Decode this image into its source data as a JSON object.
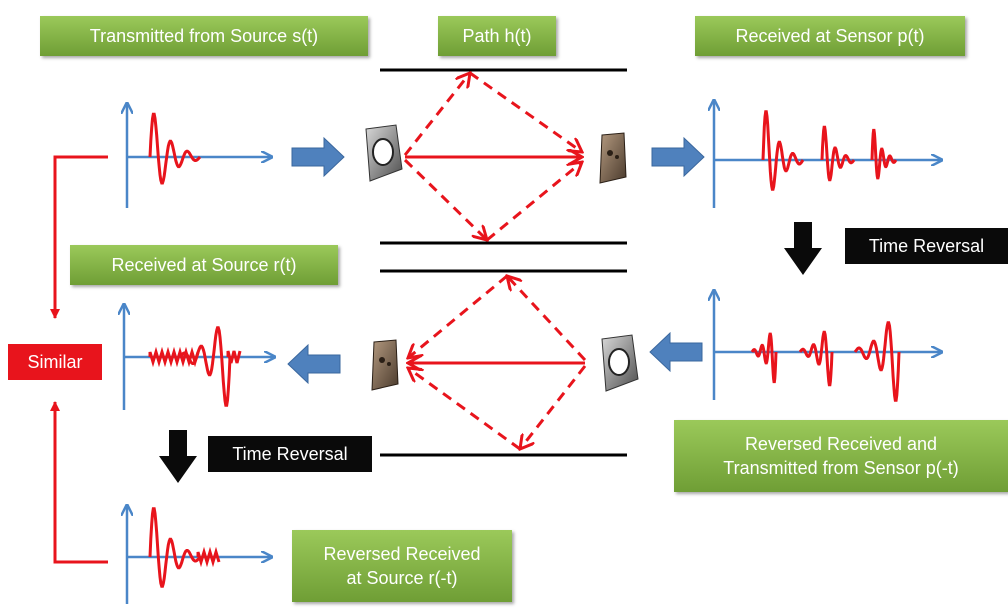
{
  "labels": {
    "transmitted_from_source": "Transmitted from Source s(t)",
    "path": "Path h(t)",
    "received_at_sensor": "Received at Sensor p(t)",
    "received_at_source": "Received at Source r(t)",
    "time_reversal_right": "Time Reversal",
    "similar": "Similar",
    "time_reversal_left": "Time Reversal",
    "reversed_received_sensor_line1": "Reversed Received and",
    "reversed_received_sensor_line2": "Transmitted from Sensor p(-t)",
    "reversed_received_source_line1": "Reversed Received",
    "reversed_received_source_line2": "at Source r(-t)"
  },
  "colors": {
    "signal": "#e8141c",
    "axis": "#4a86c8",
    "flow_arrow": "#4f81bd",
    "label_green": "#7fae3f",
    "label_black": "#0a0a0a",
    "label_red": "#e8141c"
  },
  "icons": [
    "transducer-icon",
    "sensor-icon"
  ]
}
